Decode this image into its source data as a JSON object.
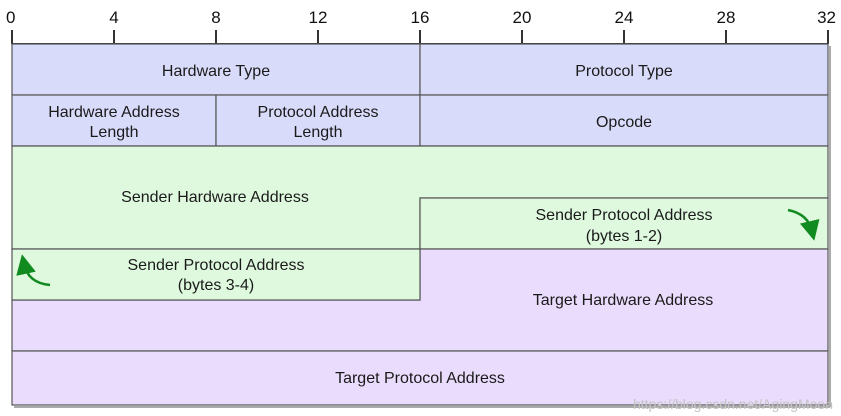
{
  "bit_ruler": {
    "ticks": [
      "0",
      "4",
      "8",
      "12",
      "16",
      "20",
      "24",
      "28",
      "32"
    ]
  },
  "fields": {
    "hardware_type": {
      "label": "Hardware Type"
    },
    "protocol_type": {
      "label": "Protocol Type"
    },
    "hardware_address_length": {
      "line1": "Hardware Address",
      "line2": "Length"
    },
    "protocol_address_length": {
      "line1": "Protocol Address",
      "line2": "Length"
    },
    "opcode": {
      "label": "Opcode"
    },
    "sender_hardware_address": {
      "label": "Sender Hardware Address"
    },
    "sender_protocol_address_1": {
      "line1": "Sender Protocol Address",
      "line2": "(bytes 1-2)"
    },
    "sender_protocol_address_2": {
      "line1": "Sender Protocol Address",
      "line2": "(bytes 3-4)"
    },
    "target_hardware_address": {
      "label": "Target Hardware Address"
    },
    "target_protocol_address": {
      "label": "Target Protocol Address"
    }
  },
  "colors": {
    "header_fields": "#d9dbfa",
    "sender_fields": "#dff9df",
    "target_fields": "#eadcfc",
    "border": "#555555",
    "arrow": "#118a1f"
  },
  "icons": {
    "continue_arrow": "curved-arrow-down-right",
    "continued_arrow": "curved-arrow-up-left"
  },
  "watermark": {
    "text": "https://blog.csdn.net/AgingMoon"
  }
}
